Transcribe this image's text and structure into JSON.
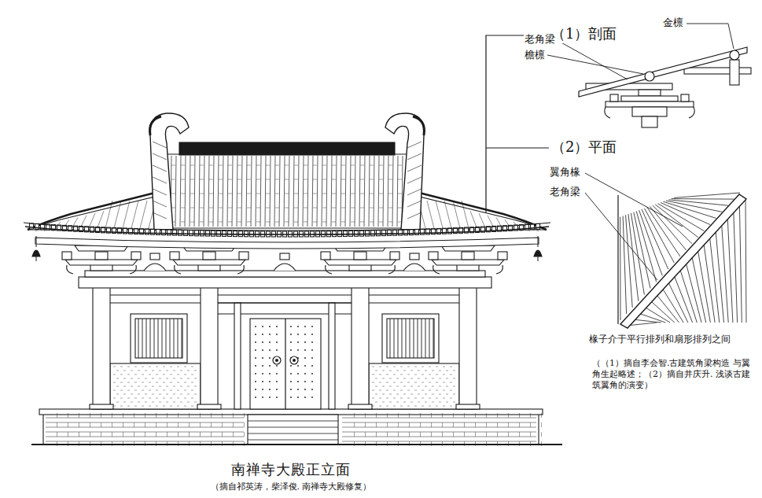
{
  "diagram": {
    "caption": "南禅寺大殿正立面",
    "labels": [
      "（1）剖面",
      "老角梁",
      "檐檩",
      "金檩",
      "（2）平面",
      "翼角椽",
      "老角梁",
      "椽子介于平行排列和扇形排列之间",
      "（（1）摘自李会智.古建筑角梁构造 与翼角生起略述；（2）摘自井庆升. 浅谈古建筑翼角的演变）",
      "（摘自祁英涛，柴泽俊. 南禅寺大殿修复）"
    ]
  }
}
